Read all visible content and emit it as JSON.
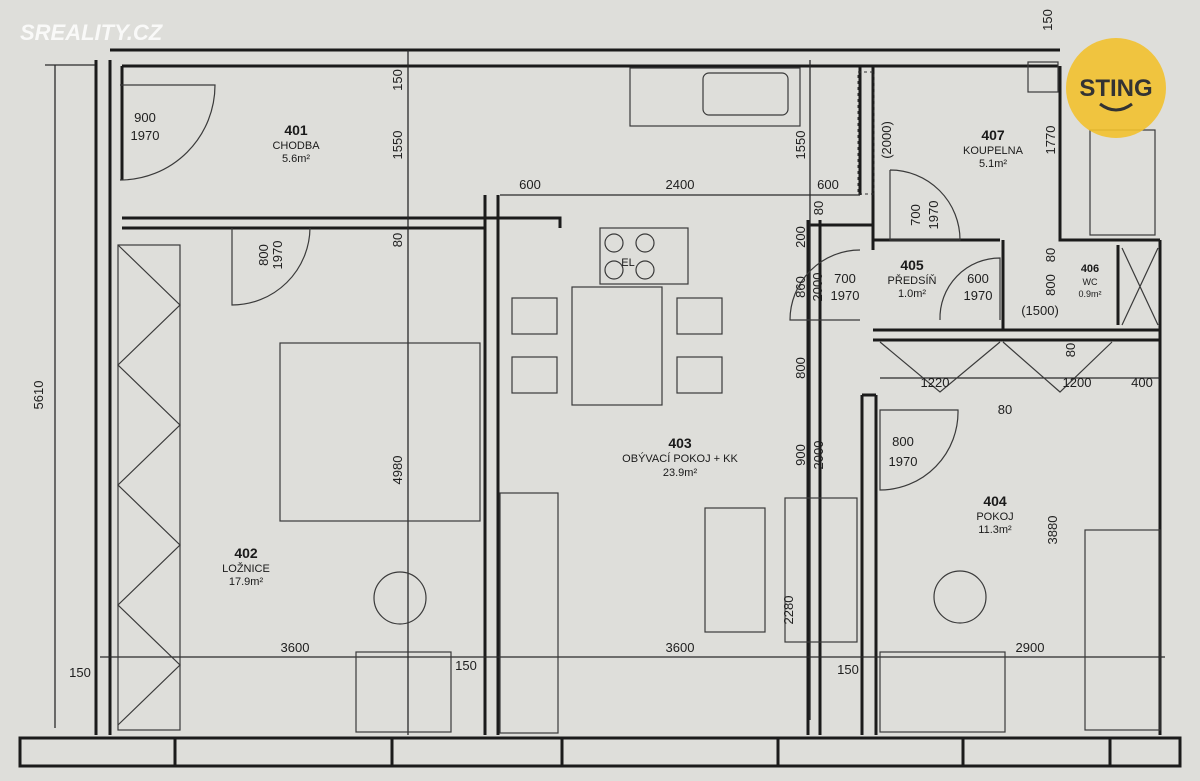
{
  "watermark": "SREALITY.CZ",
  "logo": {
    "text": "STING",
    "color": "#f2c12e"
  },
  "rooms": [
    {
      "number": "401",
      "name": "CHODBA",
      "area": "5.6m²"
    },
    {
      "number": "402",
      "name": "LOŽNICE",
      "area": "17.9m²"
    },
    {
      "number": "403",
      "name": "OBÝVACÍ POKOJ + KK",
      "area": "23.9m²"
    },
    {
      "number": "404",
      "name": "POKOJ",
      "area": "11.3m²"
    },
    {
      "number": "405",
      "name": "PŘEDSÍŇ",
      "area": "1.0m²"
    },
    {
      "number": "406",
      "name": "WC",
      "area": "0.9m²"
    },
    {
      "number": "407",
      "name": "KOUPELNA",
      "area": "5.1m²"
    }
  ],
  "stove_label": "EL",
  "dims": [
    "150",
    "150",
    "1550",
    "80",
    "900",
    "1970",
    "800",
    "1970",
    "600",
    "2400",
    "600",
    "1550",
    "80",
    "200",
    "2000",
    "860",
    "700",
    "1970",
    "(2000)",
    "700",
    "1970",
    "600",
    "1970",
    "1770",
    "800",
    "80",
    "(1500)",
    "80",
    "1220",
    "1200",
    "400",
    "80",
    "800",
    "900",
    "2000",
    "800",
    "1970",
    "5610",
    "4980",
    "3600",
    "3600",
    "2900",
    "150",
    "150",
    "150",
    "2280",
    "3880"
  ]
}
